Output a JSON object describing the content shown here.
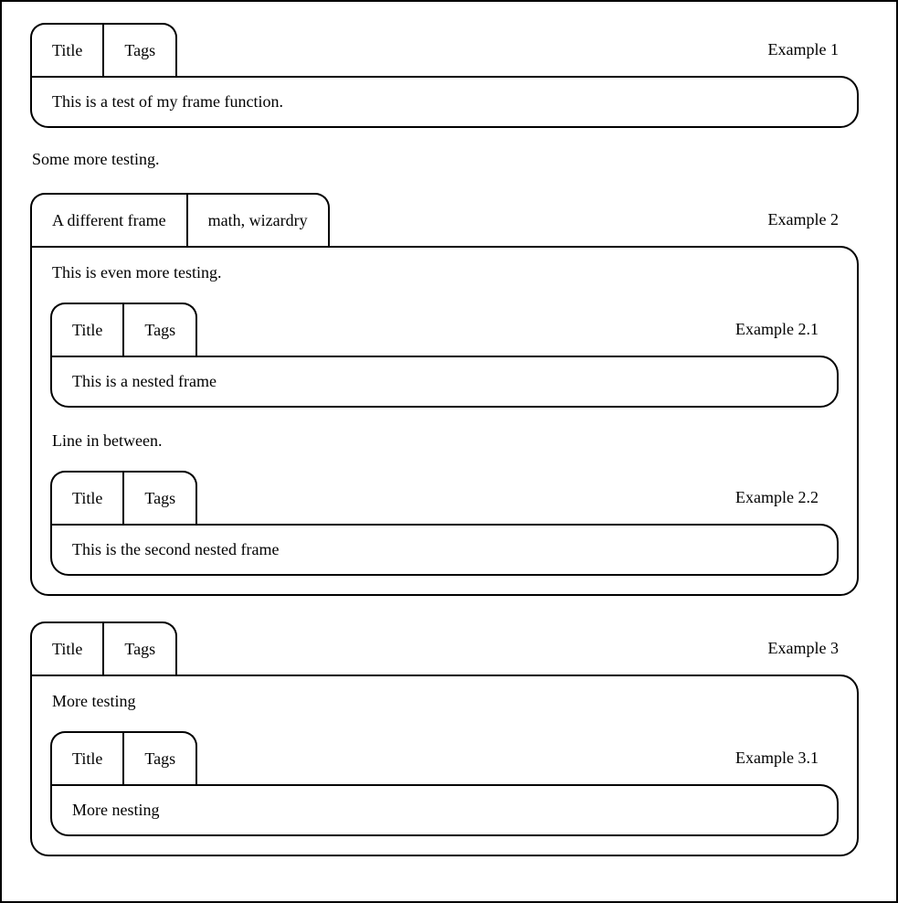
{
  "colors": {
    "stroke": "#000000",
    "background": "#ffffff",
    "text": "#000000"
  },
  "paragraphs": {
    "after_frame_1": "Some more testing."
  },
  "frames": [
    {
      "tab": {
        "title": "Title",
        "tags": "Tags"
      },
      "label": "Example 1",
      "text": "This is a test of my frame function."
    },
    {
      "tab": {
        "title": "A different frame",
        "tags": "math, wizardry"
      },
      "label": "Example 2",
      "intro": "This is even more testing.",
      "between": "Line in between.",
      "nested": [
        {
          "tab": {
            "title": "Title",
            "tags": "Tags"
          },
          "label": "Example 2.1",
          "text": "This is a nested frame"
        },
        {
          "tab": {
            "title": "Title",
            "tags": "Tags"
          },
          "label": "Example 2.2",
          "text": "This is the second nested frame"
        }
      ]
    },
    {
      "tab": {
        "title": "Title",
        "tags": "Tags"
      },
      "label": "Example 3",
      "intro": "More testing",
      "nested": [
        {
          "tab": {
            "title": "Title",
            "tags": "Tags"
          },
          "label": "Example 3.1",
          "text": "More nesting"
        }
      ]
    }
  ]
}
